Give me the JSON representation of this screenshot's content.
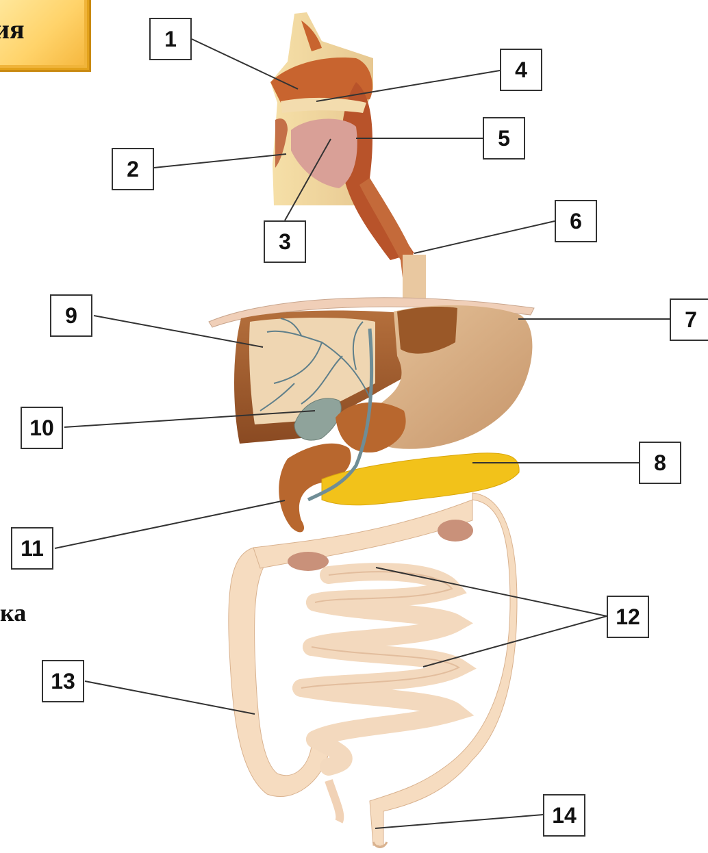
{
  "header_fragment": "ия",
  "side_fragment": "ка",
  "labels": [
    "1",
    "2",
    "3",
    "4",
    "5",
    "6",
    "7",
    "8",
    "9",
    "10",
    "11",
    "12",
    "13",
    "14"
  ],
  "colors": {
    "box_border": "#333333",
    "title_box": "#ffd36a",
    "tissue_dark": "#b5542a",
    "tissue_pale": "#f3dcc0",
    "pancreas": "#f2c21a",
    "gallbladder": "#8fa39b",
    "liver": "#9c5a2e"
  }
}
